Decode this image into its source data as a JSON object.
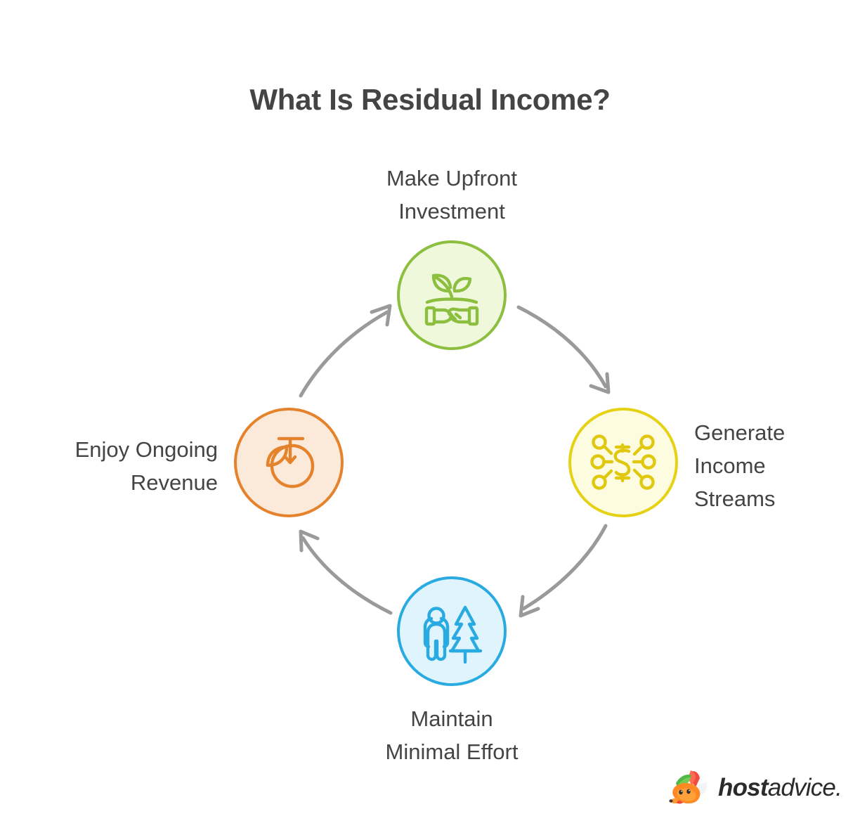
{
  "title": "What Is Residual Income?",
  "diagram": {
    "type": "cycle",
    "direction": "clockwise",
    "node_count": 4,
    "nodes": [
      {
        "id": "make-upfront-investment",
        "label": "Make Upfront\nInvestment",
        "position": "top",
        "icon": "sprout-handshake-icon",
        "border_color": "#8CBE3F",
        "fill_color": "#F0F8DC",
        "icon_color": "#8CBE3F"
      },
      {
        "id": "generate-income-streams",
        "label": "Generate\nIncome\nStreams",
        "position": "right",
        "icon": "dollar-network-icon",
        "border_color": "#E6D215",
        "fill_color": "#FDFBE0",
        "icon_color": "#DFC80E"
      },
      {
        "id": "maintain-minimal-effort",
        "label": "Maintain\nMinimal Effort",
        "position": "bottom",
        "icon": "person-tree-icon",
        "border_color": "#29ABE2",
        "fill_color": "#DFF4FD",
        "icon_color": "#29ABE2"
      },
      {
        "id": "enjoy-ongoing-revenue",
        "label": "Enjoy Ongoing\nRevenue",
        "position": "left",
        "icon": "fruit-leaf-icon",
        "border_color": "#E5822C",
        "fill_color": "#FBEADA",
        "icon_color": "#E5822C"
      }
    ],
    "arrows": [
      {
        "id": "arrow-top-to-right",
        "from": "make-upfront-investment",
        "to": "generate-income-streams"
      },
      {
        "id": "arrow-right-to-bottom",
        "from": "generate-income-streams",
        "to": "maintain-minimal-effort"
      },
      {
        "id": "arrow-bottom-to-left",
        "from": "maintain-minimal-effort",
        "to": "enjoy-ongoing-revenue"
      },
      {
        "id": "arrow-left-to-top",
        "from": "enjoy-ongoing-revenue",
        "to": "make-upfront-investment"
      }
    ],
    "arrow_color": "#9A9A9A"
  },
  "colors": {
    "background": "#FFFFFF",
    "title_text": "#444444",
    "label_text": "#444444",
    "arrow": "#9A9A9A",
    "green": "#8CBE3F",
    "yellow": "#E6D215",
    "blue": "#29ABE2",
    "orange": "#E5822C"
  },
  "brand": {
    "name_bold": "host",
    "name_light": "advice.",
    "mark": "fox-mascot-logo"
  }
}
